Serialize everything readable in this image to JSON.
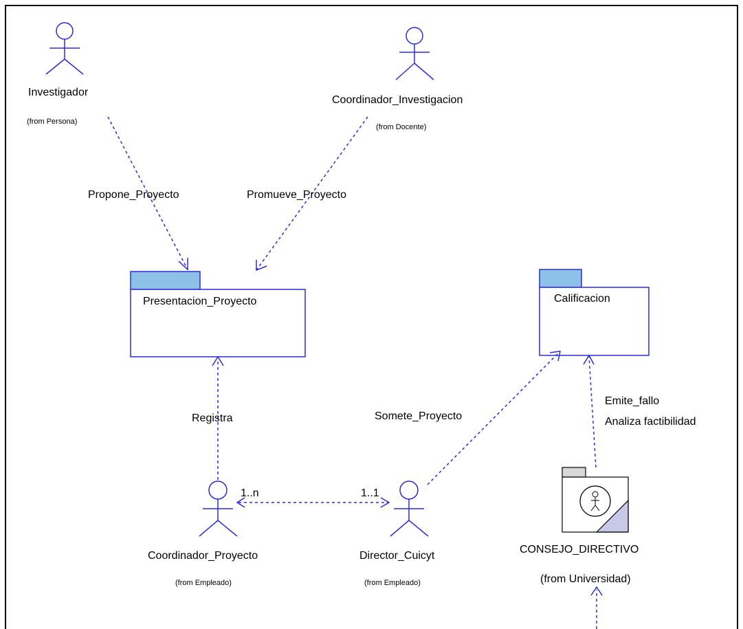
{
  "colors": {
    "line": "#2b2bd6",
    "package_tab": "#8ec1e8",
    "frame": "#000000",
    "corner_fill": "#c8c8e8"
  },
  "actors": {
    "investigador": {
      "name": "Investigador",
      "from": "(from Persona)"
    },
    "coordinador_investigacion": {
      "name": "Coordinador_Investigacion",
      "from": "(from Docente)"
    },
    "coordinador_proyecto": {
      "name": "Coordinador_Proyecto",
      "from": "(from Empleado)"
    },
    "director_cuicyt": {
      "name": "Director_Cuicyt",
      "from": "(from Empleado)"
    }
  },
  "packages": {
    "presentacion": {
      "name": "Presentacion_Proyecto"
    },
    "calificacion": {
      "name": "Calificacion"
    }
  },
  "subsystem": {
    "name": "CONSEJO_DIRECTIVO",
    "from": "(from Universidad)",
    "icon": "actor-in-circle-icon"
  },
  "relations": {
    "propone": "Propone_Proyecto",
    "promueve": "Promueve_Proyecto",
    "registra": "Registra",
    "somete": "Somete_Proyecto",
    "emite": "Emite_fallo",
    "analiza": "Analiza factibilidad",
    "mult_left": "1..n",
    "mult_right": "1..1"
  }
}
